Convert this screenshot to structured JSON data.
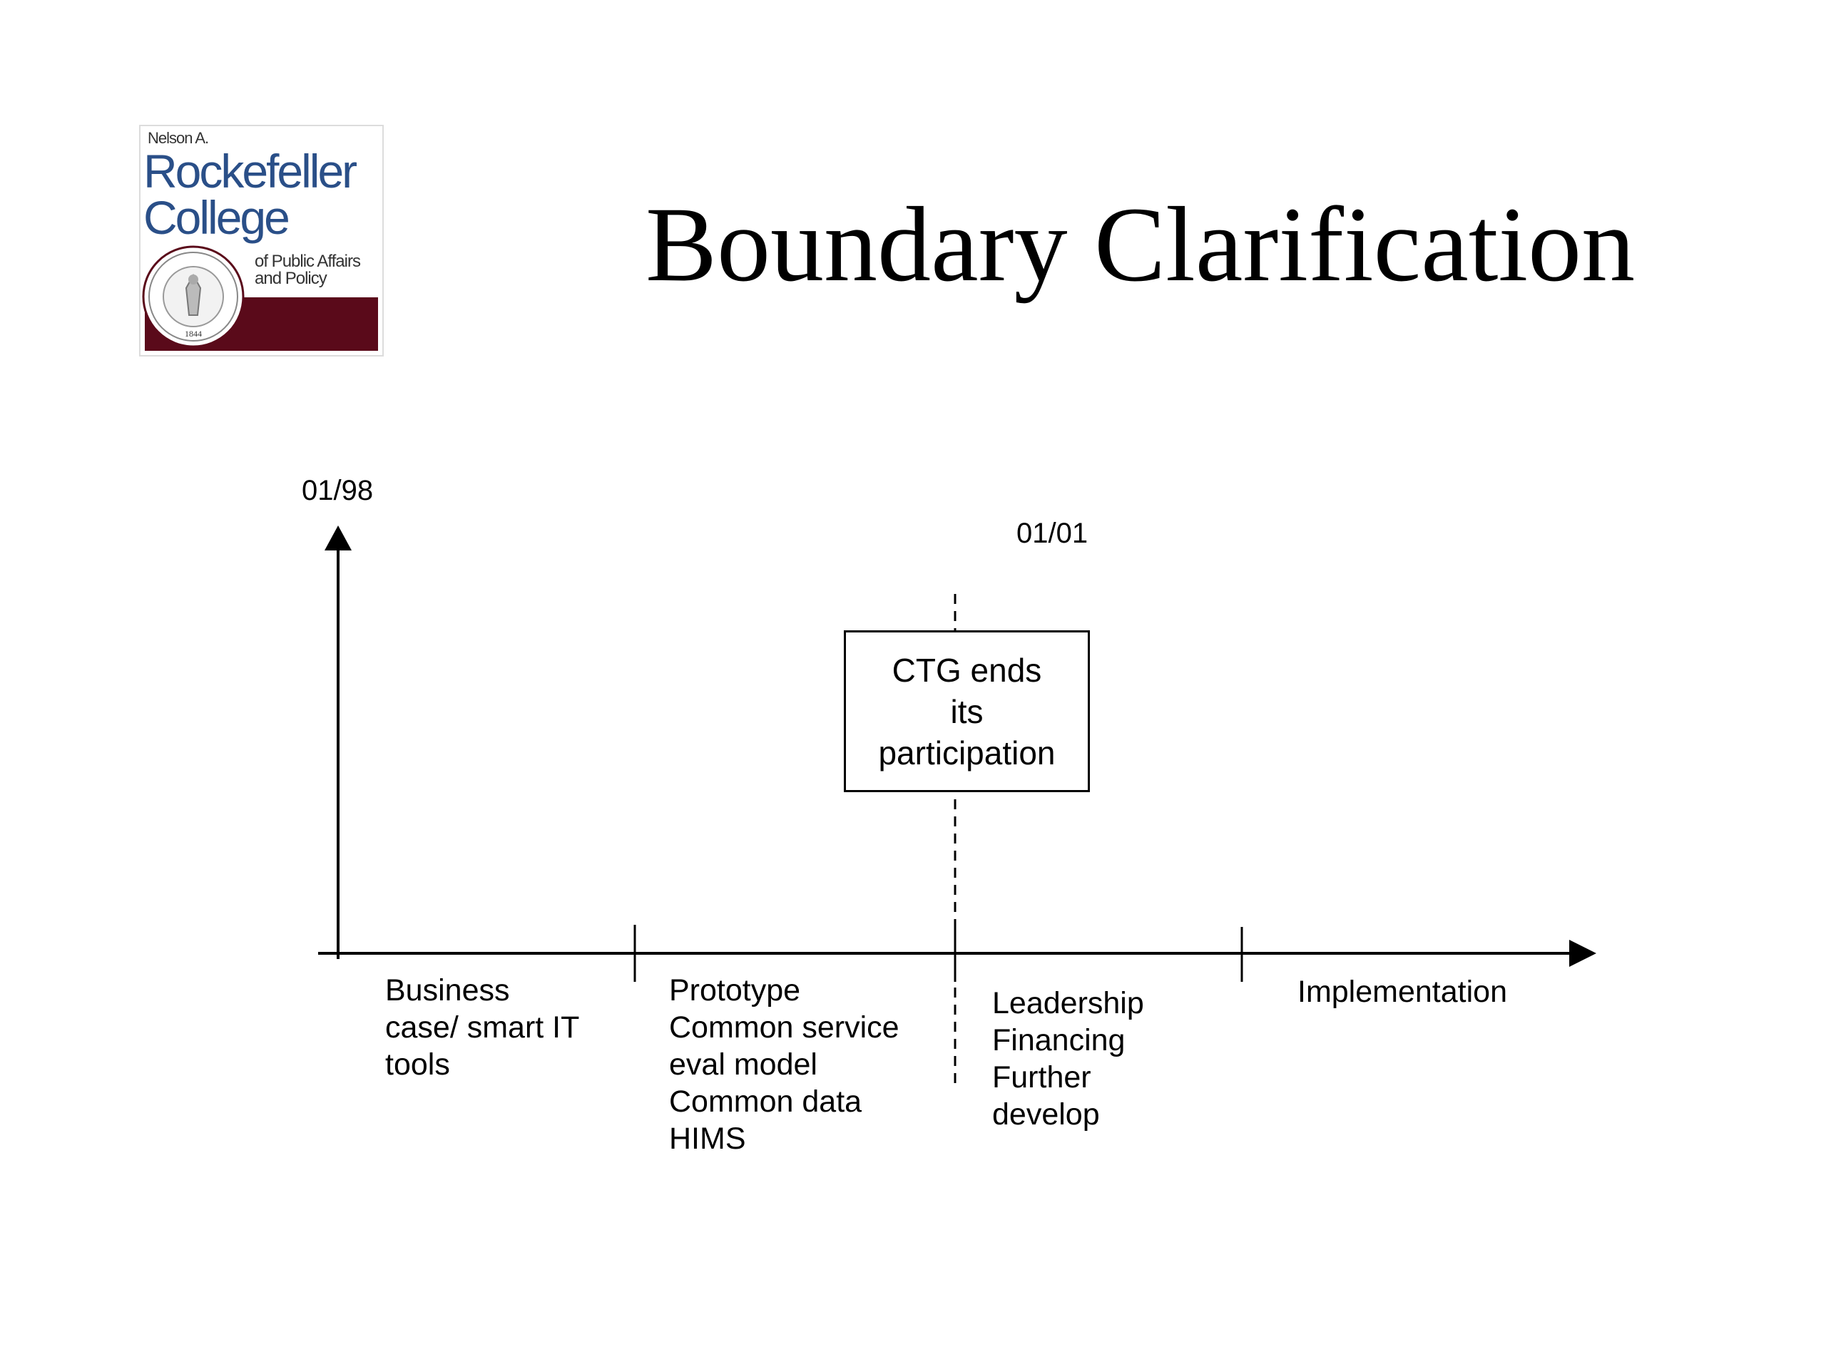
{
  "logo": {
    "top_line": "Nelson A.",
    "name_line1": "Rockefeller",
    "name_line2": "College",
    "subtitle": "of Public Affairs\nand Policy",
    "seal_year": "1844",
    "colors": {
      "name": "#2a4f88",
      "bar": "#5a0a1a"
    }
  },
  "title": "Boundary Clarification",
  "diagram": {
    "dates": {
      "start": "01/98",
      "marker": "01/01"
    },
    "callout": "CTG ends\nits\nparticipation",
    "phases": [
      "Business\ncase/ smart IT\ntools",
      "Prototype\nCommon service\neval model\nCommon data\nHIMS",
      "Leadership\nFinancing\nFurther\ndevelop",
      "Implementation"
    ]
  }
}
